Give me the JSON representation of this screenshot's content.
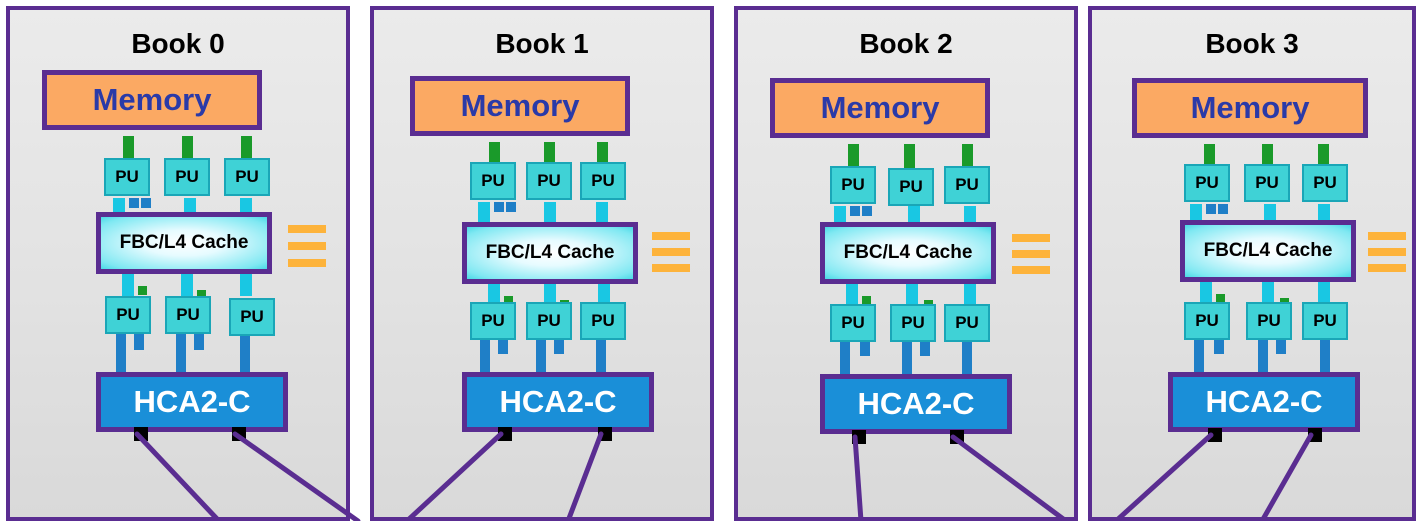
{
  "diagram": {
    "labels": {
      "memory": "Memory",
      "cache": "FBC/L4 Cache",
      "pu": "PU",
      "hca": "HCA2-C"
    },
    "books": [
      {
        "title": "Book 0"
      },
      {
        "title": "Book 1"
      },
      {
        "title": "Book 2"
      },
      {
        "title": "Book 3"
      }
    ],
    "colors": {
      "border": "#5a2d91",
      "memory": "#fba963",
      "hca": "#1a8fd8",
      "pu": "#3fd2d6",
      "cable": "#5a2d91",
      "bus_stub": "#fdb33b"
    }
  }
}
